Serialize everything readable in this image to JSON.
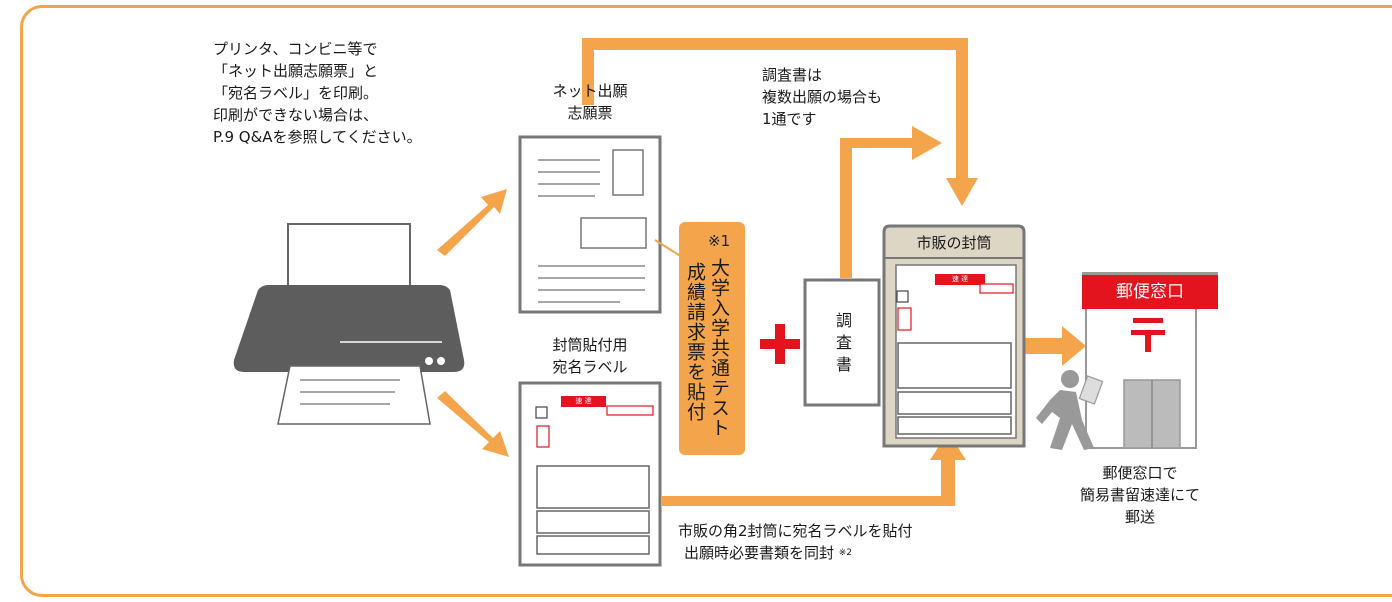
{
  "instruction_lines": [
    "プリンタ、コンビニ等で",
    "「ネット出願志願票」と",
    "「宛名ラベル」を印刷。",
    "印刷ができない場合は、",
    "P.9 Q&Aを参照してください。"
  ],
  "application_form_label": [
    "ネット出願",
    "志願票"
  ],
  "label_sheet_label": [
    "封筒貼付用",
    "宛名ラベル"
  ],
  "score_request_note": "※1",
  "score_request_col1": "大学入学共通テスト",
  "score_request_col2": "成績請求票を貼付",
  "survey_doc_label": "調査書",
  "survey_note_lines": [
    "調査書は",
    "複数出願の場合も",
    "1通です"
  ],
  "envelope_label": "市販の封筒",
  "post_office_sign": "郵便窓口",
  "post_office_caption": [
    "郵便窓口で",
    "簡易書留速達にて",
    "郵送"
  ],
  "bottom_caption_line1": "市販の角2封筒に宛名ラベルを貼付",
  "bottom_caption_line2": "出願時必要書類を同封",
  "bottom_caption_note": "※2",
  "express_stamp_text": "速 達",
  "colors": {
    "orange": "#f4a54b",
    "red": "#e3141d",
    "gray": "#666666"
  }
}
